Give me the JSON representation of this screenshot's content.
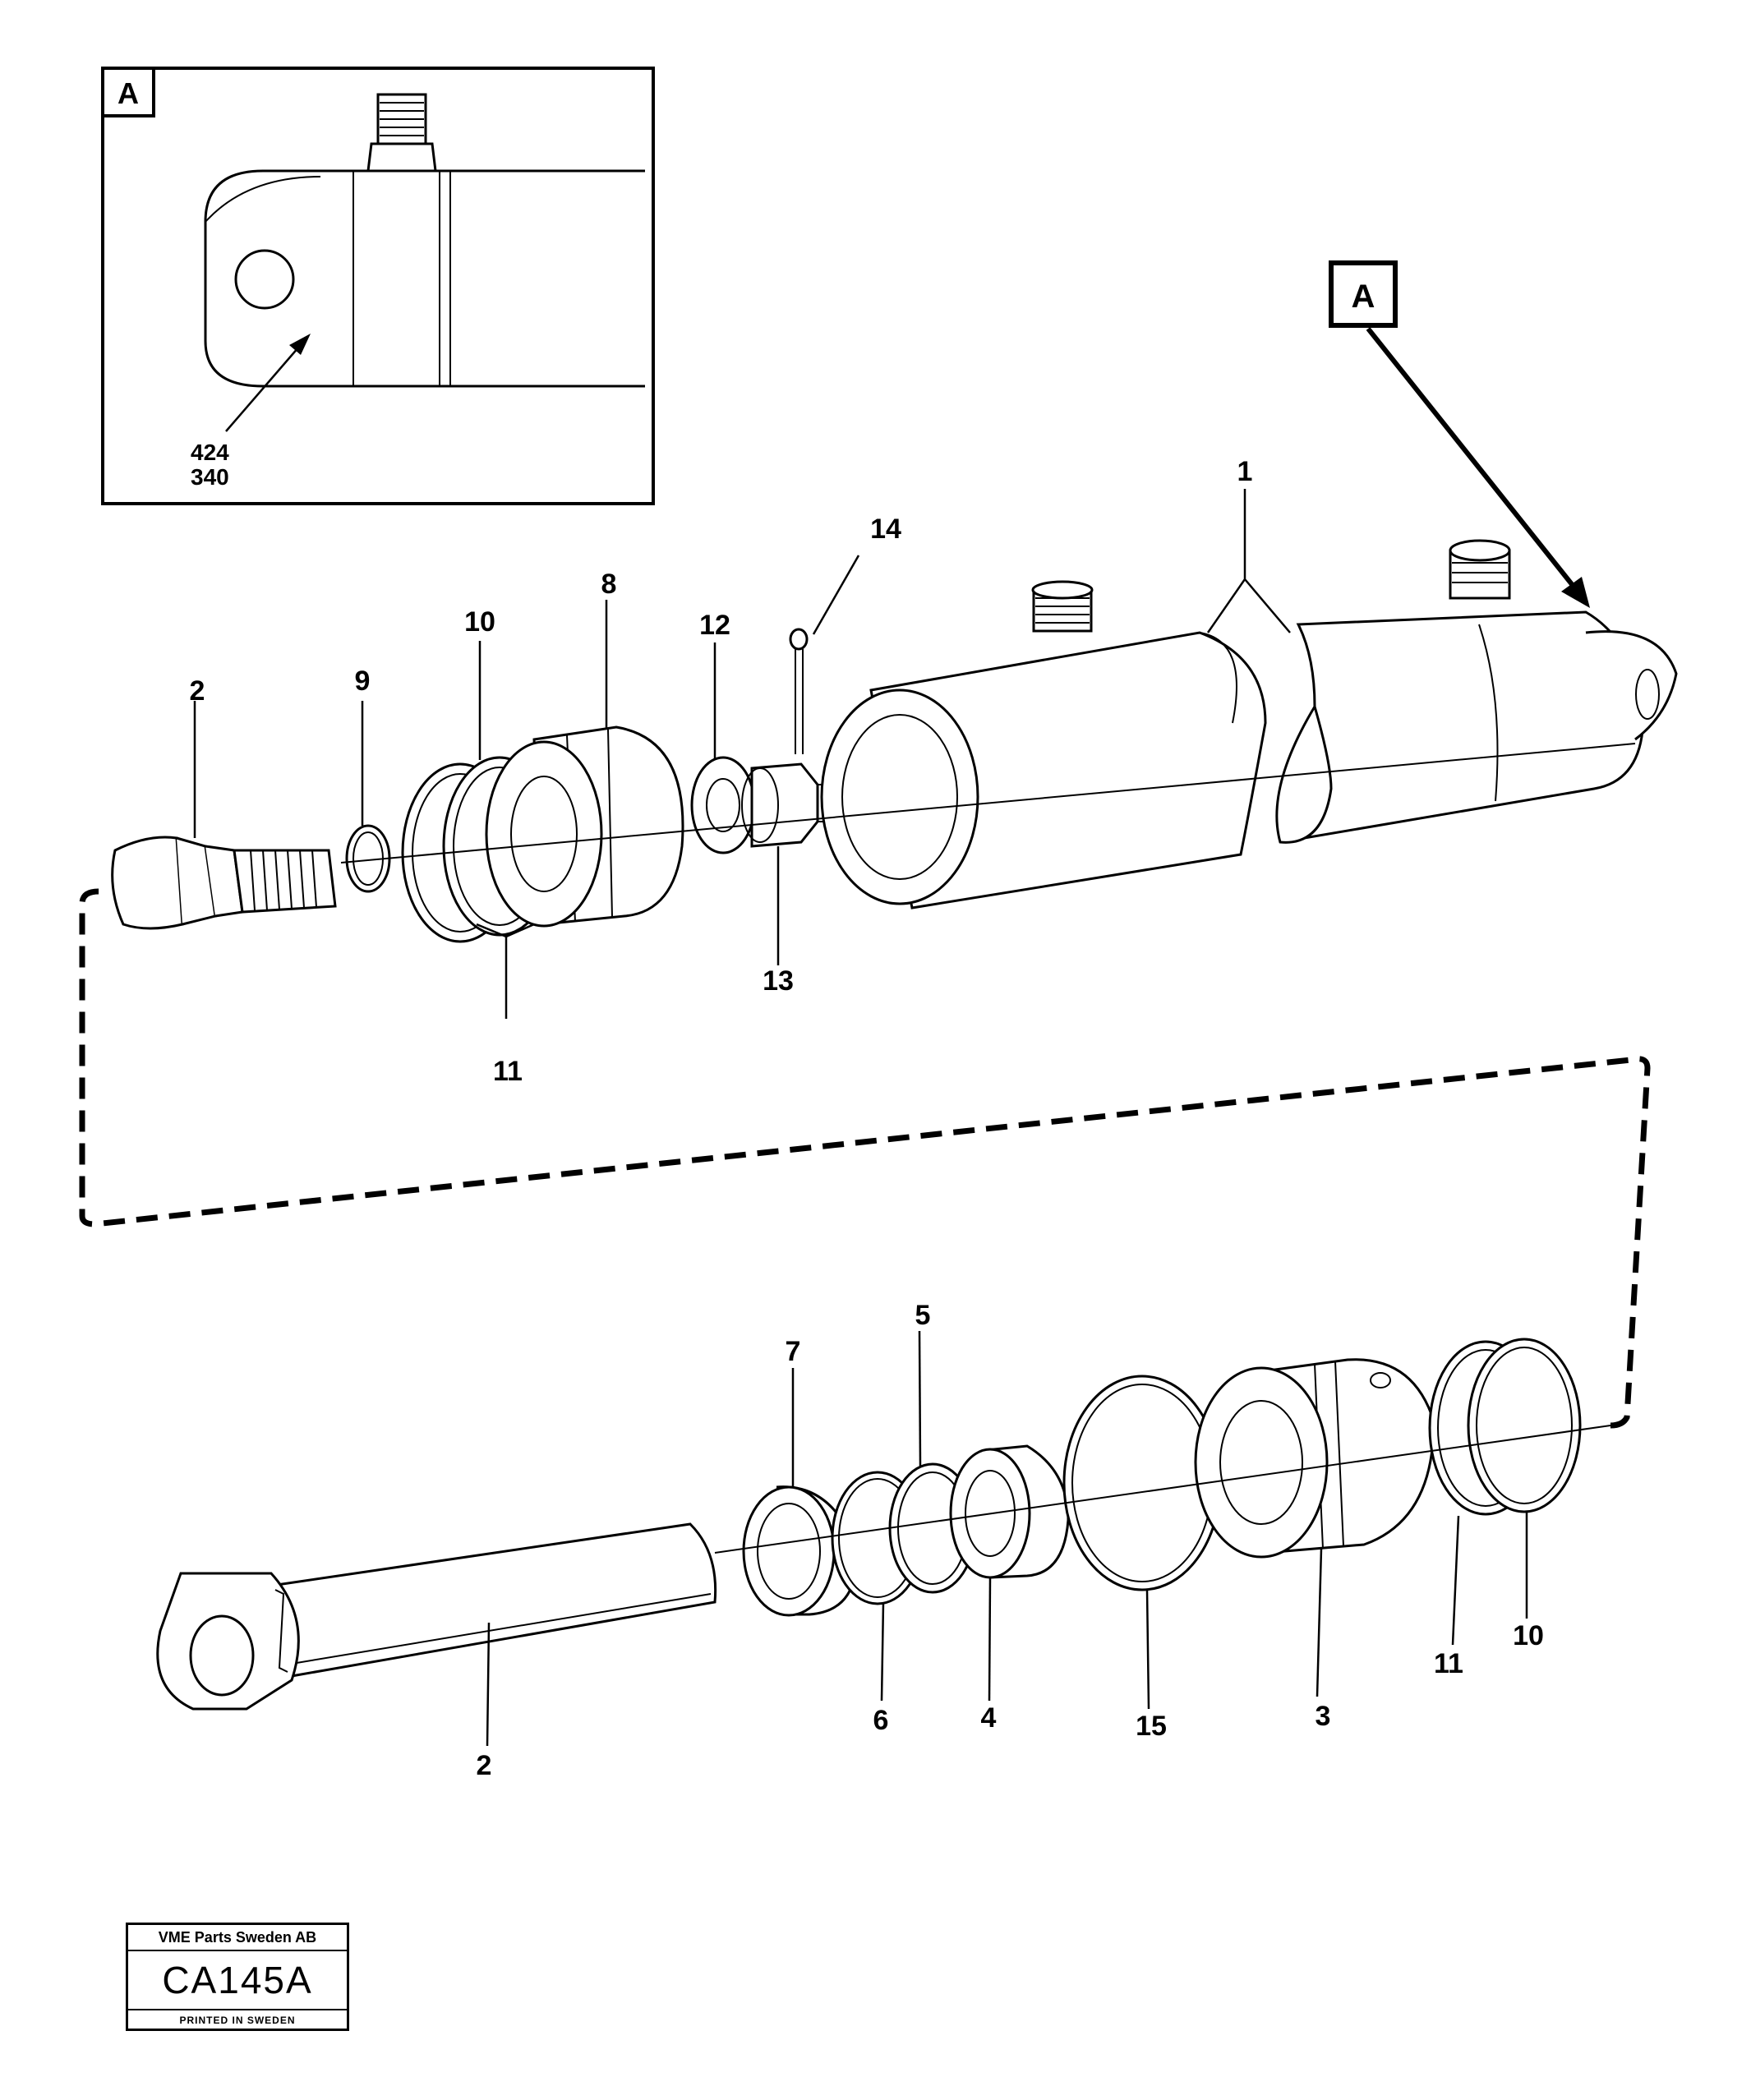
{
  "detail": {
    "badge_label": "A",
    "callout_line1": "424",
    "callout_line2": "340"
  },
  "main_view": {
    "badge_label": "A"
  },
  "part_labels": {
    "upper": {
      "p1": "1",
      "p2": "2",
      "p8": "8",
      "p9": "9",
      "p10": "10",
      "p11": "11",
      "p12": "12",
      "p13": "13",
      "p14": "14"
    },
    "lower": {
      "p2": "2",
      "p3": "3",
      "p4": "4",
      "p5": "5",
      "p6": "6",
      "p7": "7",
      "p10": "10",
      "p11": "11",
      "p15": "15"
    }
  },
  "title_block": {
    "company": "VME Parts Sweden AB",
    "code": "CA145A",
    "printed": "PRINTED IN SWEDEN"
  }
}
